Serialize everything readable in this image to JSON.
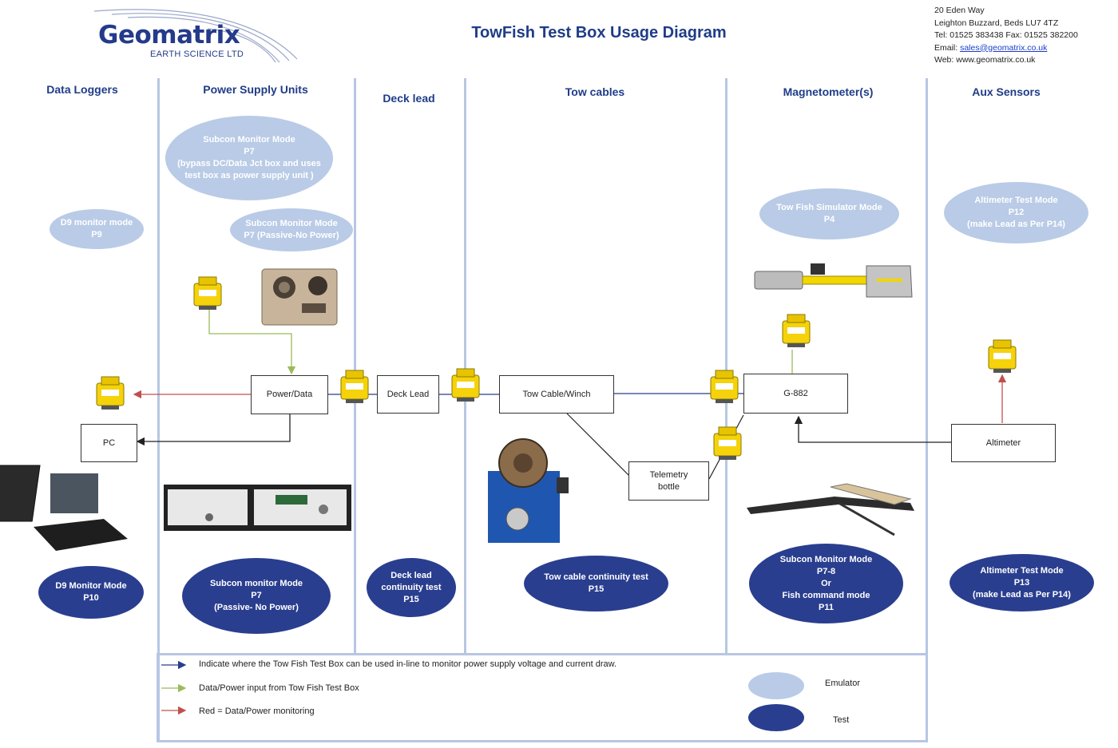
{
  "header": {
    "logo_main": "Geomatrix",
    "logo_sub": "EARTH SCIENCE LTD",
    "title": "TowFish Test Box Usage Diagram",
    "address": {
      "line1": "20 Eden Way",
      "line2": "Leighton Buzzard, Beds LU7 4TZ",
      "line3": "Tel: 01525 383438  Fax: 01525 382200",
      "email_label": "Email: ",
      "email": "sales@geomatrix.co.uk",
      "web": "Web: www.geomatrix.co.uk"
    }
  },
  "columns": {
    "data_loggers": "Data Loggers",
    "power_supply_units": "Power Supply Units",
    "deck_lead": "Deck lead",
    "tow_cables": "Tow cables",
    "magnetometers": "Magnetometer(s)",
    "aux_sensors": "Aux Sensors"
  },
  "modes": {
    "subcon_monitor_p7_bypass": "Subcon Monitor Mode\nP7\n(bypass DC/Data Jct box and uses\ntest box as power supply unit )",
    "subcon_monitor_p7_passive_emu": "Subcon Monitor Mode\nP7 (Passive-No Power)",
    "d9_monitor_p9": "D9 monitor mode\nP9",
    "tow_fish_sim_p4": "Tow Fish Simulator Mode\nP4",
    "altimeter_test_p12": "Altimeter Test Mode\nP12\n(make Lead as Per P14)",
    "d9_monitor_p10": "D9 Monitor Mode\nP10",
    "subcon_monitor_p7_passive_test": "Subcon monitor Mode\nP7\n(Passive- No Power)",
    "deck_lead_continuity_p15": "Deck lead\ncontinuity test\nP15",
    "tow_cable_continuity_p15": "Tow cable continuity test\nP15",
    "subcon_fish_cmd_p11": "Subcon Monitor Mode\nP7-8\nOr\nFish command mode\nP11",
    "altimeter_test_p13": "Altimeter Test Mode\nP13\n(make Lead as Per P14)"
  },
  "boxes": {
    "power_data": "Power/Data",
    "pc": "PC",
    "deck_lead": "Deck Lead",
    "tow_cable_winch": "Tow Cable/Winch",
    "telemetry_bottle": "Telemetry\nbottle",
    "g882": "G-882",
    "altimeter": "Altimeter"
  },
  "legend": {
    "blue_text": "Indicate where the Tow Fish Test Box can be used in-line to monitor power supply voltage and current draw.",
    "green_text": "Data/Power input from Tow Fish Test Box",
    "red_text": "Red  = Data/Power monitoring",
    "emulator": "Emulator",
    "test": "Test"
  },
  "colors": {
    "emulator": "#b9cbe6",
    "test": "#2a3e8f",
    "blue_arrow": "#2a3e8f",
    "green_arrow": "#9bbb59",
    "red_arrow": "#c0504d",
    "column_line": "#b7c6e3"
  }
}
